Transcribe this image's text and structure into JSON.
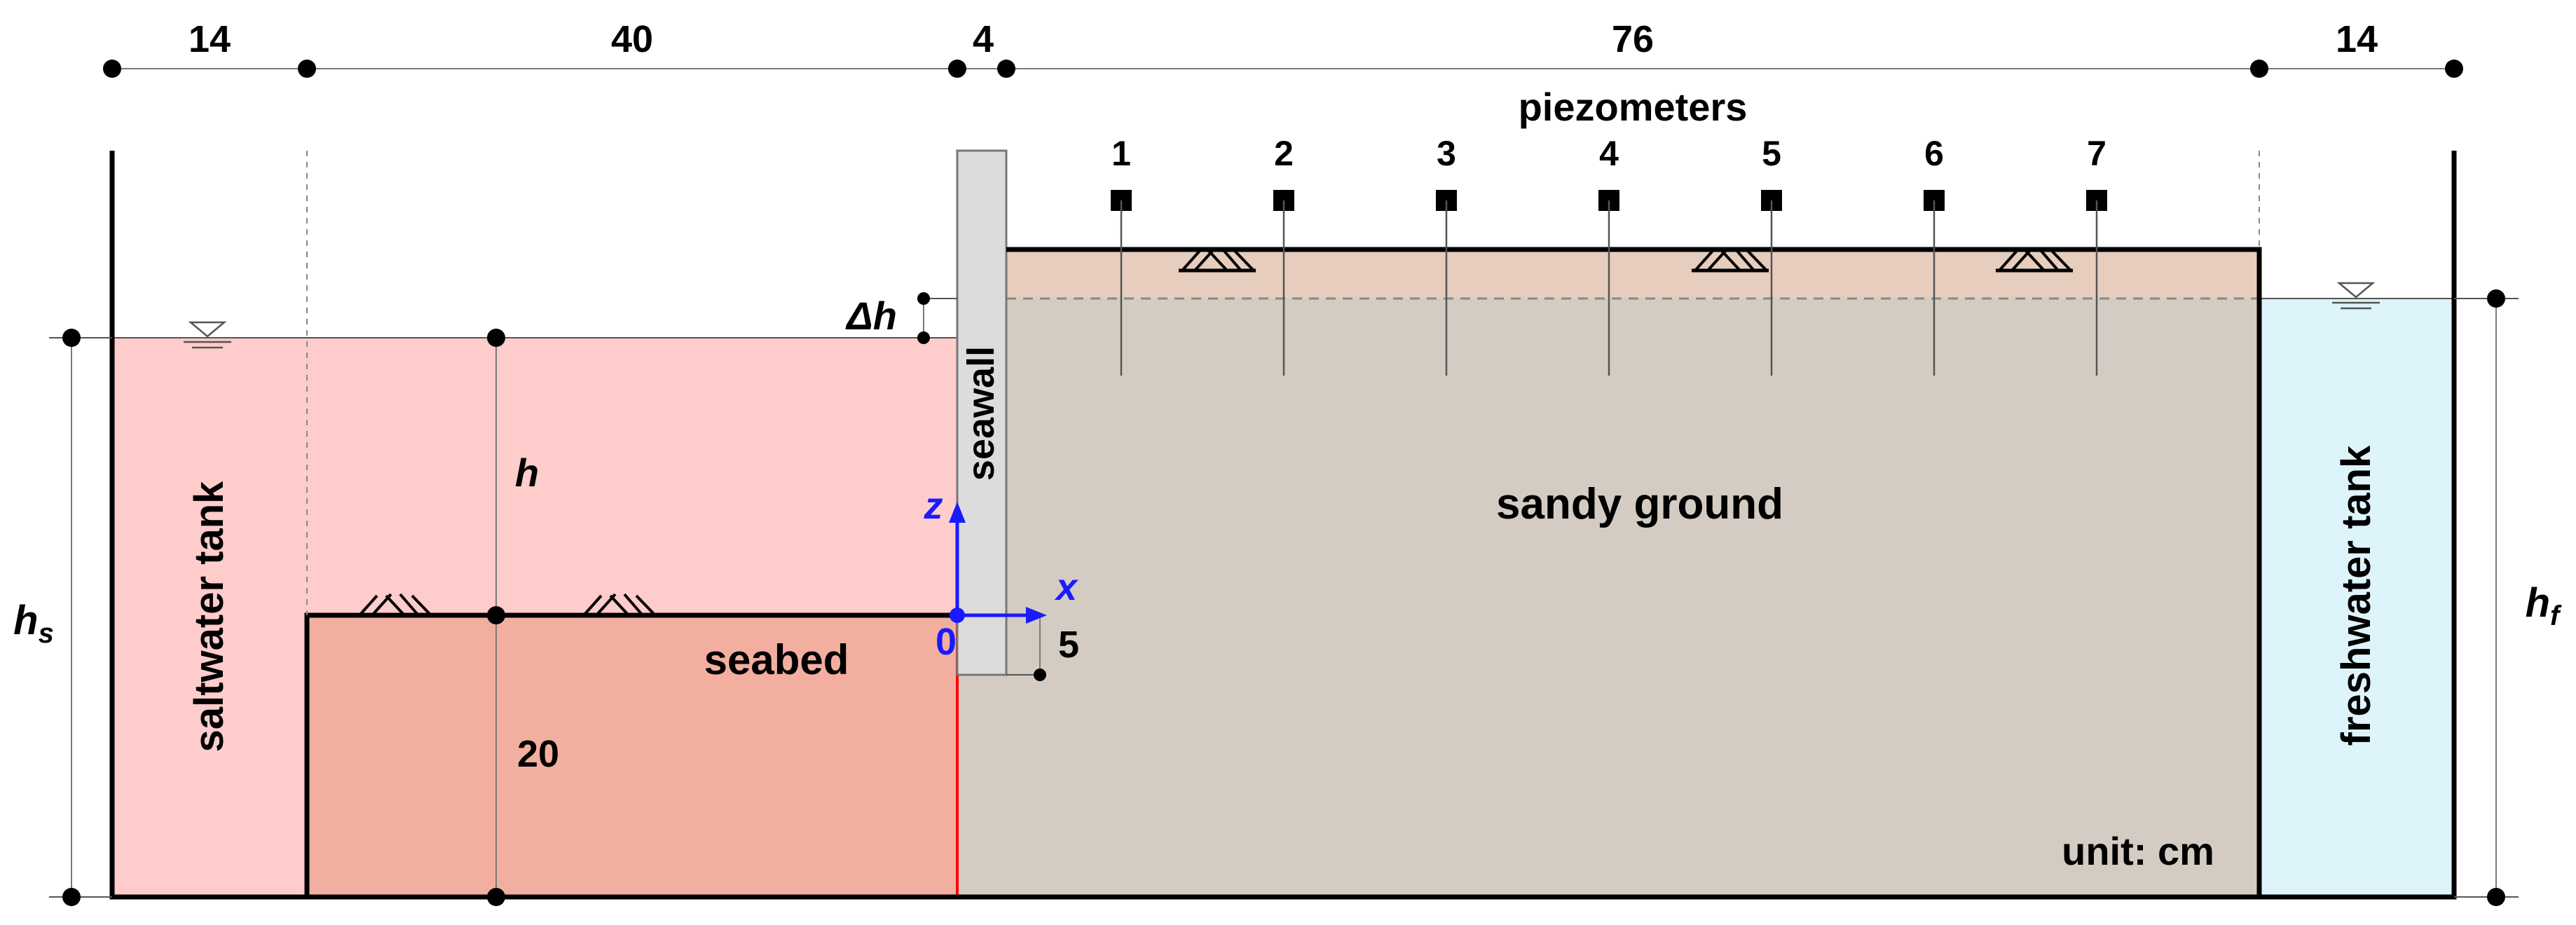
{
  "dimensions": {
    "saltwater_tank_width": "14",
    "seabed_length": "40",
    "seawall_thickness": "4",
    "sandy_ground_length": "76",
    "freshwater_tank_width": "14",
    "seawall_embedment": "5",
    "seabed_height": "20"
  },
  "labels": {
    "piezometers_title": "piezometers",
    "saltwater_tank": "saltwater tank",
    "freshwater_tank": "freshwater tank",
    "seawall": "seawall",
    "sandy_ground": "sandy ground",
    "seabed": "seabed",
    "unit": "unit: cm",
    "h": "h",
    "delta_h": "Δh",
    "hs_base": "h",
    "hs_sub": "s",
    "hf_base": "h",
    "hf_sub": "f"
  },
  "axes": {
    "x_label": "x",
    "z_label": "z",
    "origin_label": "0",
    "color": "#1a1aff"
  },
  "piezometers": [
    "1",
    "2",
    "3",
    "4",
    "5",
    "6",
    "7"
  ],
  "colors": {
    "saltwater": "#ffcccc",
    "seabed": "#f2afa0",
    "sand": "#d4ccc2",
    "sand_top": "#e6cdbd",
    "freshwater": "#ddf4fb",
    "seawall": "#dcdcdc",
    "interface_line": "#ff0000"
  }
}
